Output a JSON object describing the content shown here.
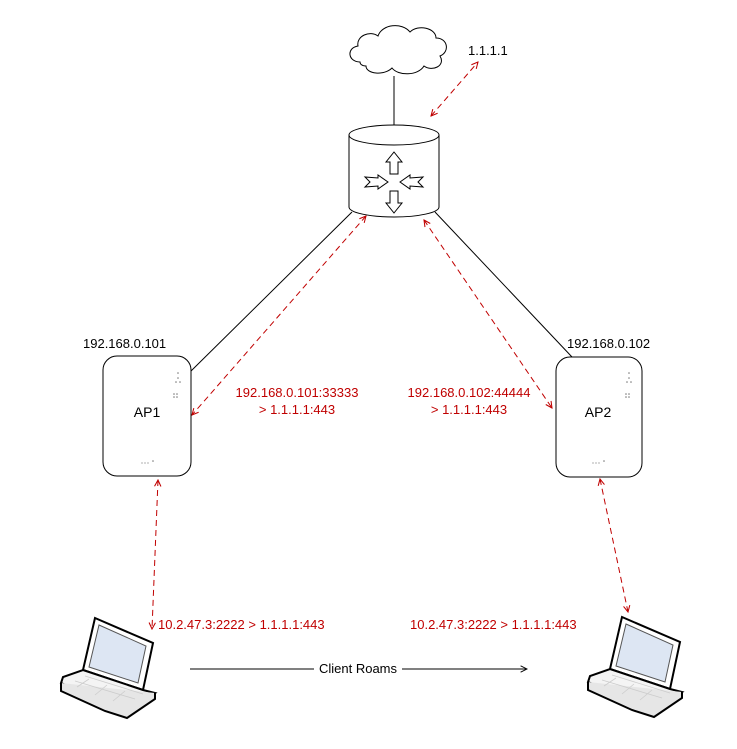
{
  "diagram": {
    "internet": {
      "name": "Internet",
      "icon": "cloud-icon",
      "destination_ip": "1.1.1.1"
    },
    "router": {
      "name": "Router",
      "icon": "router-icon"
    },
    "access_points": [
      {
        "name": "AP1",
        "ip": "192.168.0.101",
        "flow_line1": "192.168.0.101:33333",
        "flow_line2": "> 1.1.1.1:443"
      },
      {
        "name": "AP2",
        "ip": "192.168.0.102",
        "flow_line1": "192.168.0.102:44444",
        "flow_line2": "> 1.1.1.1:443"
      }
    ],
    "clients": [
      {
        "name": "Client laptop (before roam)",
        "icon": "laptop-icon",
        "flow": "10.2.47.3:2222 > 1.1.1.1:443"
      },
      {
        "name": "Client laptop (after roam)",
        "icon": "laptop-icon",
        "flow": "10.2.47.3:2222 > 1.1.1.1:443"
      }
    ],
    "roam_label": "Client Roams",
    "colors": {
      "line": "#000000",
      "flow": "#c00000",
      "laptop_screen": "#dde6f3"
    }
  }
}
